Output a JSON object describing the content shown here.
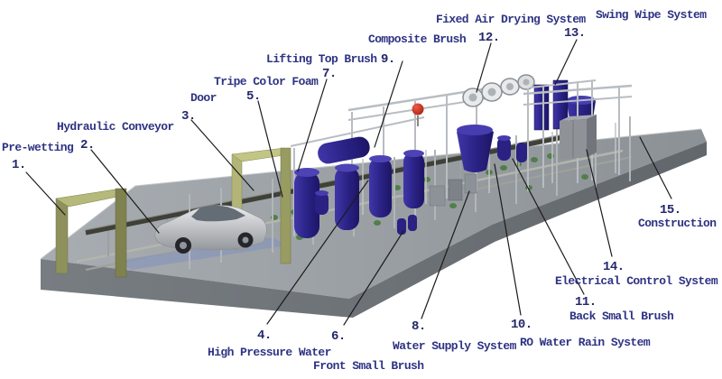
{
  "diagram": {
    "labels": [
      {
        "num": "1.",
        "text": "Pre-wetting"
      },
      {
        "num": "2.",
        "text": "Hydraulic Conveyor"
      },
      {
        "num": "3.",
        "text": "Door"
      },
      {
        "num": "4.",
        "text": "High Pressure Water"
      },
      {
        "num": "5.",
        "text": "Tripe Color Foam"
      },
      {
        "num": "6.",
        "text": "Front Small Brush"
      },
      {
        "num": "7.",
        "text": "Lifting Top Brush"
      },
      {
        "num": "8.",
        "text": "Water Supply System"
      },
      {
        "num": "9.",
        "text": "Composite Brush"
      },
      {
        "num": "10.",
        "text": "RO Water Rain System"
      },
      {
        "num": "11.",
        "text": "Back Small Brush"
      },
      {
        "num": "12.",
        "text": "Fixed Air Drying System"
      },
      {
        "num": "13.",
        "text": "Swing Wipe System"
      },
      {
        "num": "14.",
        "text": "Electrical Control System"
      },
      {
        "num": "15.",
        "text": "Construction"
      }
    ],
    "colors": {
      "label_text": "#2e3383",
      "leader_line": "#1b1b1b",
      "platform_top": "#989da3",
      "platform_side": "#6e747a",
      "brush_navy": "#2b2386",
      "arch_green": "#b2b577",
      "car_silver": "#c9ccd0",
      "beacon_red": "#c0281e",
      "frame_silver": "#b8bdc2",
      "greenery": "#4a7c3f",
      "track_blue": "#7d8fc0"
    }
  }
}
